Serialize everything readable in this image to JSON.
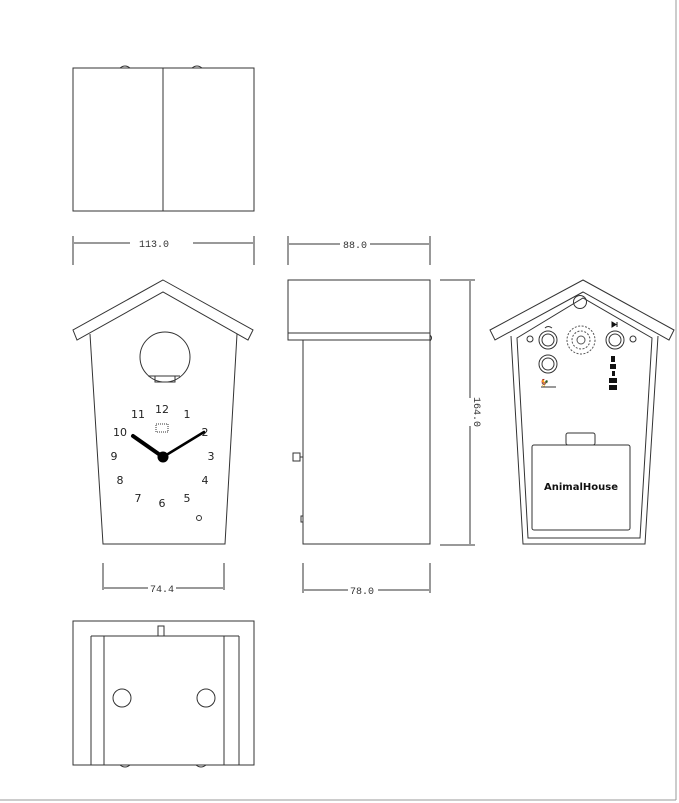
{
  "dimensions": {
    "width": "113.0",
    "depth_top": "88.0",
    "height": "164.0",
    "base_width": "74.4",
    "base_depth": "78.0"
  },
  "clock_numerals": [
    "12",
    "1",
    "2",
    "3",
    "4",
    "5",
    "6",
    "7",
    "8",
    "9",
    "10",
    "11"
  ],
  "brand": "AnimalHouse",
  "colors": {
    "line": "#333333",
    "background": "#ffffff"
  }
}
